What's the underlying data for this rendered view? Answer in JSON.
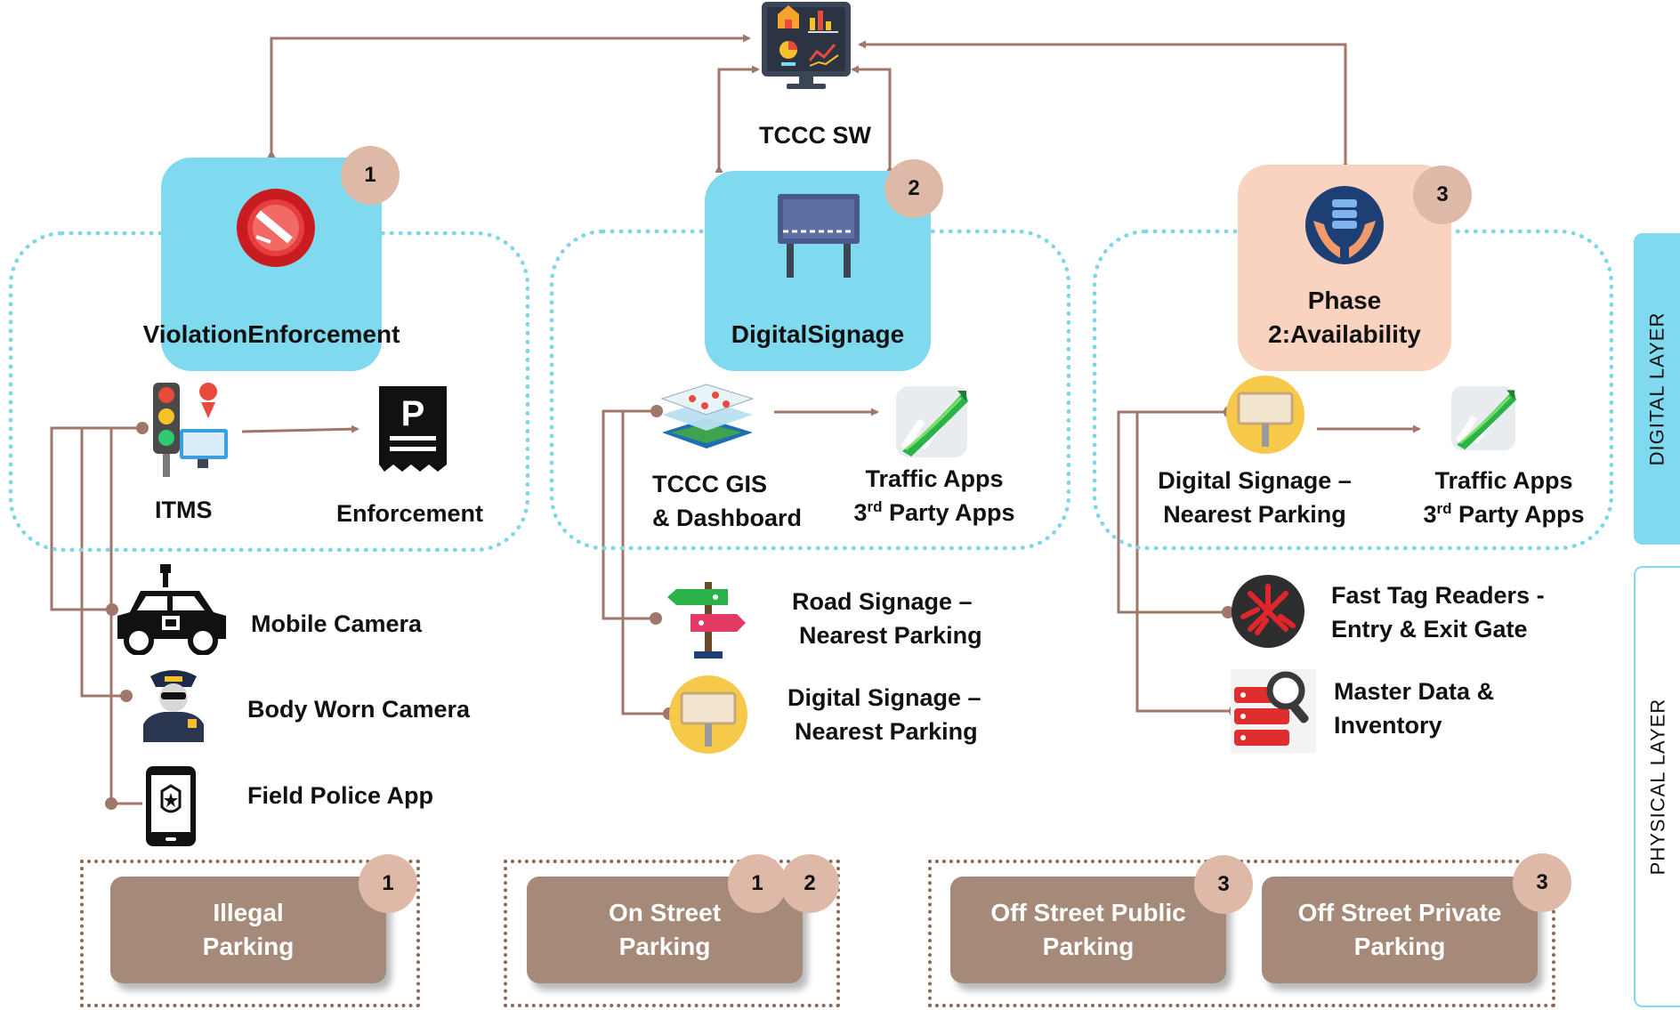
{
  "tccc": {
    "label": "TCCC SW"
  },
  "cards": [
    {
      "lines": [
        "Violation",
        "Enforcement"
      ],
      "badge": "1"
    },
    {
      "lines": [
        "Digital",
        "Signage"
      ],
      "badge": "2"
    },
    {
      "lines": [
        "Phase 2:",
        "Availability"
      ],
      "badge": "3"
    }
  ],
  "left": {
    "itms": "ITMS",
    "enforcement": "Enforcement",
    "mobile_camera": "Mobile Camera",
    "body_camera": "Body Worn Camera",
    "field_app": "Field Police App"
  },
  "mid": {
    "gis_lines": [
      "TCCC GIS",
      "& Dashboard"
    ],
    "apps_line1": "Traffic Apps",
    "apps_line2_pre": "3",
    "apps_line2_sup": "rd",
    "apps_line2_post": " Party Apps",
    "road_lines": [
      "Road Signage –",
      "Nearest Parking"
    ],
    "digital_lines": [
      "Digital Signage –",
      "Nearest Parking"
    ]
  },
  "right": {
    "signage_lines": [
      "Digital Signage –",
      "Nearest Parking"
    ],
    "apps_line1": "Traffic Apps",
    "apps_line2_pre": "3",
    "apps_line2_sup": "rd",
    "apps_line2_post": " Party Apps",
    "fasttag_lines": [
      "Fast Tag Readers -",
      "Entry & Exit Gate"
    ],
    "master_lines": [
      "Master Data &",
      "Inventory"
    ]
  },
  "parking": [
    {
      "lines": [
        "Illegal",
        "Parking"
      ],
      "badges": [
        "1"
      ]
    },
    {
      "lines": [
        "On Street",
        "Parking"
      ],
      "badges": [
        "1",
        "2"
      ]
    },
    {
      "lines": [
        "Off Street Public",
        "Parking"
      ],
      "badges": [
        "3"
      ]
    },
    {
      "lines": [
        "Off Street Private",
        "Parking"
      ],
      "badges": [
        "3"
      ]
    }
  ],
  "layers": {
    "digital": "DIGITAL LAYER",
    "physical": "PHYSICAL  LAYER"
  },
  "colors": {
    "cyan": "#7fdaf0",
    "peach": "#fad3c0",
    "badge": "#dfb9a8",
    "parking": "#a68a79",
    "connector": "#a0776a",
    "cloud": "#7fd6e6"
  }
}
